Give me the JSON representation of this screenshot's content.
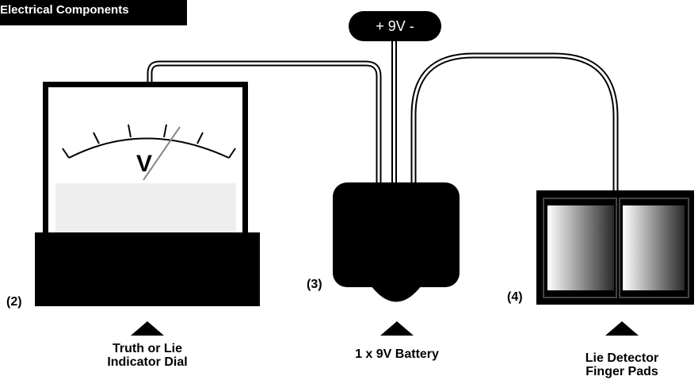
{
  "header": {
    "title": "Electrical Components"
  },
  "battery_terminal": {
    "label": "+ 9V -"
  },
  "meter": {
    "unit_symbol": "V"
  },
  "components": [
    {
      "number": "(2)",
      "caption": "Truth or Lie\nIndicator Dial"
    },
    {
      "number": "(3)",
      "caption": "1 x 9V Battery"
    },
    {
      "number": "(4)",
      "caption": "Lie Detector\nFinger Pads"
    }
  ],
  "colors": {
    "ink": "#000000",
    "paper": "#ffffff",
    "meter_face_band": "#eeeeee"
  },
  "icons": {
    "pointer": "up-triangle-icon"
  }
}
